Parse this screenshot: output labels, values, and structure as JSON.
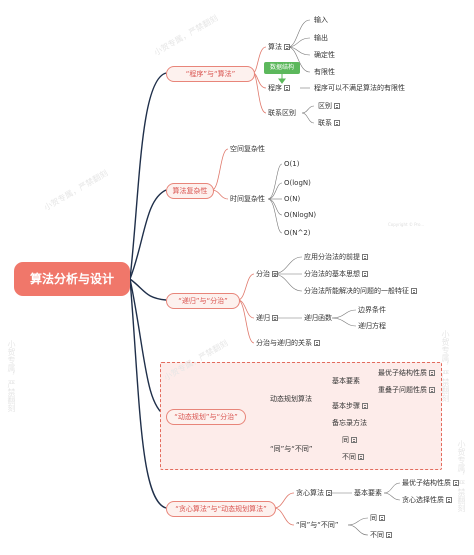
{
  "root": "算法分析与设计",
  "branches": {
    "b1": "“程序”与“算法”",
    "b2": "算法复杂性",
    "b3": "“递归”与“分治”",
    "b4": "“动态规划”与“分治”",
    "b5": "“贪心算法”与“动态规划算法”"
  },
  "b1": {
    "algorithm": "算法",
    "alg_items": [
      "输入",
      "输出",
      "确定性",
      "有限性"
    ],
    "tag": "数据结构",
    "program": "程序",
    "program_item": "程序可以不满足算法的有限性",
    "diff": "联系区别",
    "diff_items": [
      "区别",
      "联系"
    ]
  },
  "b2": {
    "space": "空间复杂性",
    "time": "时间复杂性",
    "time_items": [
      "O(1)",
      "O(logN)",
      "O(N)",
      "O(NlogN)",
      "O(N^2)"
    ]
  },
  "b3": {
    "divide": "分治",
    "divide_items": [
      "应用分治法的前提",
      "分治法的基本思想",
      "分治法所能解决的问题的一般特征"
    ],
    "recursion": "递归",
    "rec_func": "递归函数",
    "rec_items": [
      "边界条件",
      "递归方程"
    ],
    "relation": "分治与递归的关系"
  },
  "b4": {
    "dp": "动态规划算法",
    "elements": "基本要素",
    "elem_items": [
      "最优子结构性质",
      "重叠子问题性质"
    ],
    "steps": "基本步骤",
    "memo": "备忘录方法",
    "same_diff": "“同”与“不同”",
    "sd_items": [
      "同",
      "不同"
    ]
  },
  "b5": {
    "greedy": "贪心算法",
    "elements": "基本要素",
    "elem_items": [
      "最优子结构性质",
      "贪心选择性质"
    ],
    "same_diff": "“同”与“不同”",
    "sd_items": [
      "同",
      "不同"
    ]
  },
  "watermark": "小贺专属，严禁翻刻",
  "copyright": "Copyright © Pro..."
}
